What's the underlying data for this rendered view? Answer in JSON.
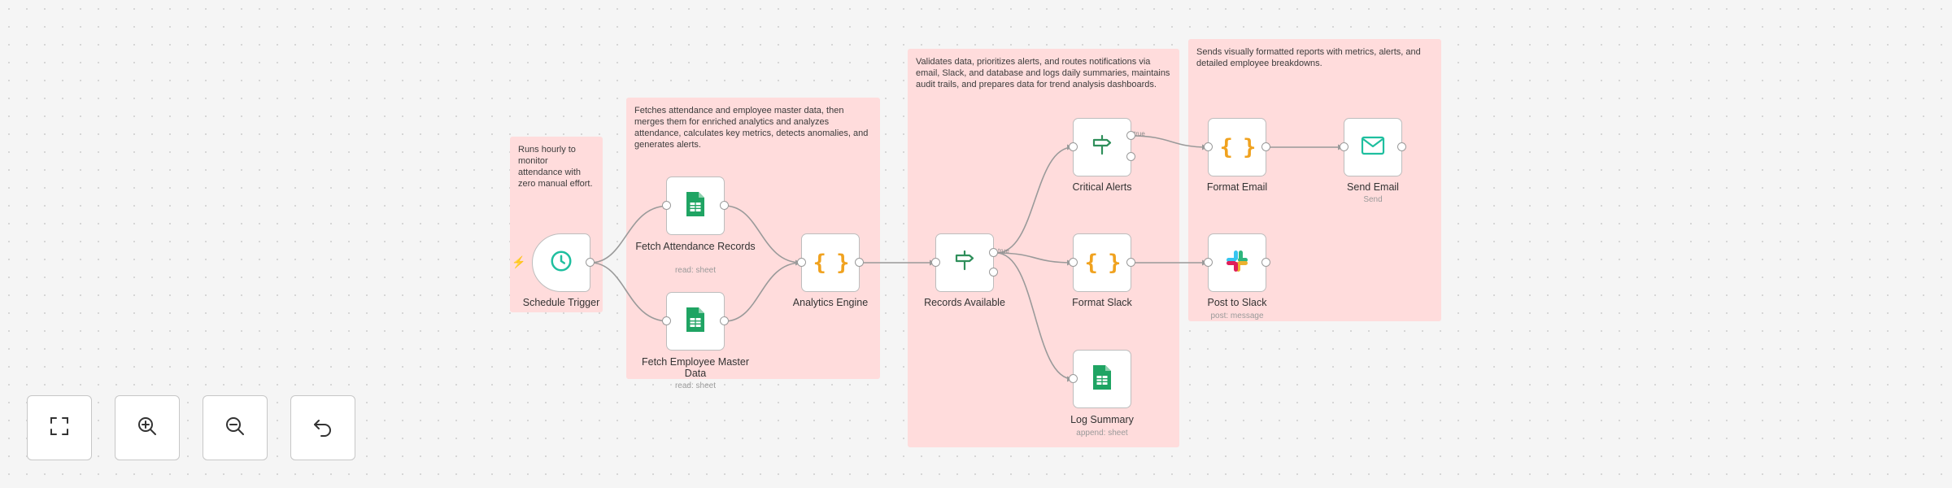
{
  "notes": {
    "trigger": "Runs hourly to monitor attendance with zero manual effort.",
    "fetch": "Fetches attendance and employee master data, then merges them for enriched analytics and analyzes attendance, calculates key metrics, detects anomalies, and generates alerts.",
    "route": "Validates data, prioritizes alerts, and routes notifications via email, Slack, and database and logs daily summaries, maintains audit trails, and prepares data for trend analysis dashboards.",
    "report": "Sends visually formatted reports with metrics, alerts, and detailed employee breakdowns."
  },
  "nodes": {
    "schedule_trigger": {
      "label": "Schedule Trigger",
      "icon": "clock-icon"
    },
    "fetch_attendance": {
      "label": "Fetch Attendance Records",
      "sub": "read: sheet",
      "icon": "google-sheets-icon"
    },
    "fetch_employee": {
      "label": "Fetch Employee Master Data",
      "sub": "read: sheet",
      "icon": "google-sheets-icon"
    },
    "analytics_engine": {
      "label": "Analytics Engine",
      "icon": "code-braces-icon"
    },
    "records_available": {
      "label": "Records Available",
      "icon": "if-signpost-icon"
    },
    "critical_alerts": {
      "label": "Critical Alerts",
      "icon": "if-signpost-icon"
    },
    "format_slack": {
      "label": "Format Slack",
      "icon": "code-braces-icon"
    },
    "log_summary": {
      "label": "Log Summary",
      "sub": "append: sheet",
      "icon": "google-sheets-icon"
    },
    "format_email": {
      "label": "Format Email",
      "icon": "code-braces-icon"
    },
    "send_email": {
      "label": "Send Email",
      "sub": "Send",
      "icon": "envelope-icon"
    },
    "post_to_slack": {
      "label": "Post to Slack",
      "sub": "post: message",
      "icon": "slack-icon"
    }
  },
  "edge_labels": {
    "true_a": "true",
    "true_b": "true"
  },
  "controls": [
    {
      "name": "fit-view",
      "icon": "fullscreen-icon"
    },
    {
      "name": "zoom-in",
      "icon": "zoom-in-icon"
    },
    {
      "name": "zoom-out",
      "icon": "zoom-out-icon"
    },
    {
      "name": "undo",
      "icon": "undo-icon"
    }
  ],
  "colors": {
    "sticky": "#ffdcdc",
    "sheets": "#1fa463",
    "code": "#f0a21f",
    "if": "#2f8f5b",
    "email": "#1fbf9f",
    "trigger_bolt": "#ff5a5a",
    "edge": "#9a9a9a"
  }
}
